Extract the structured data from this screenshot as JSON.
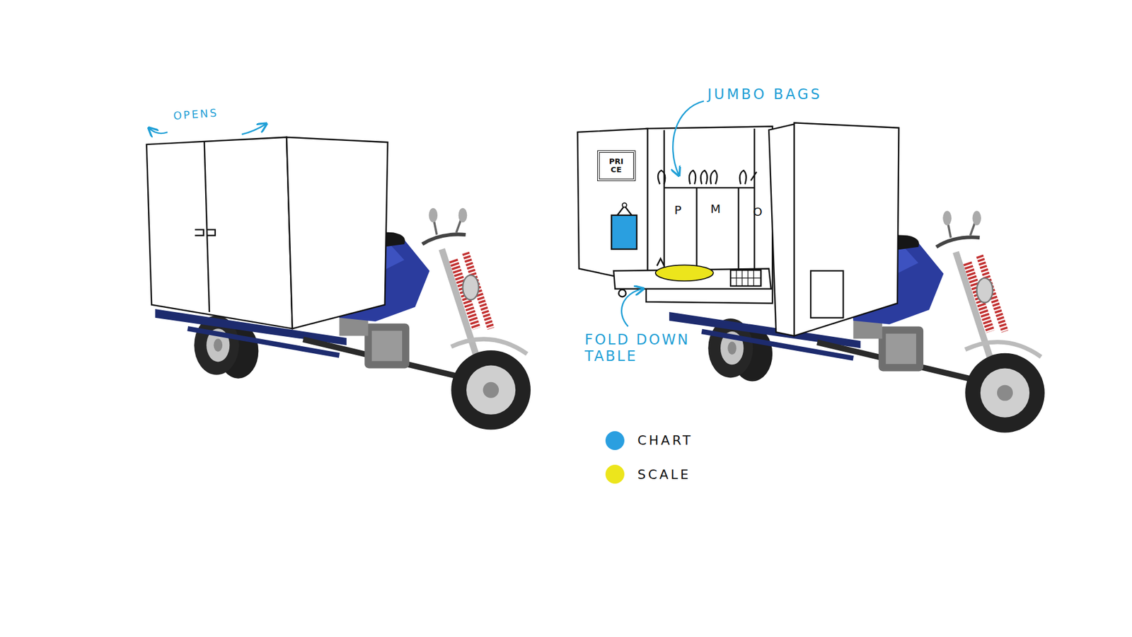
{
  "diagram": {
    "nodes": [
      {
        "text": [
          "PRI CE"
        ]
      }
    ],
    "labels": [
      "OPENS",
      "JUMBO BAGS",
      "P",
      "M",
      "O",
      "FOLD DOWN TABLE"
    ],
    "legend": [
      {
        "text": "CHART",
        "color": "#2a9fe0"
      },
      {
        "text": "SCALE",
        "color": "#ece51c"
      }
    ]
  }
}
